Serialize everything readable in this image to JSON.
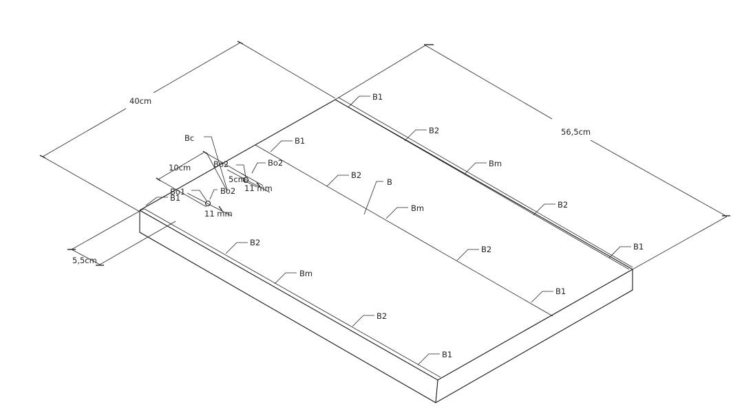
{
  "dimensions": {
    "width_40": "40cm",
    "length_56": "56,5cm",
    "offset_10": "10cm",
    "offset_5_5": "5,5cm",
    "offset_5": "5cm",
    "hole_a": "11 mm",
    "hole_b": "11 mm"
  },
  "labels": {
    "b1_top": "B1",
    "b2_rail_a": "B2",
    "bm_rail": "Bm",
    "b2_rail_b": "B2",
    "b1_rail_end": "B1",
    "b1_mid_top": "B1",
    "b2_mid_a": "B2",
    "b_center": "B",
    "bm_mid": "Bm",
    "b2_mid_b": "B2",
    "b1_mid_end": "B1",
    "bc": "Bc",
    "bo2_a": "Bo2",
    "bo2_b": "Bo2",
    "bo1": "Bo1",
    "bo2_c": "Bo2",
    "b1_corner": "B1",
    "b2_front_a": "B2",
    "bm_front": "Bm",
    "b2_front_b": "B2",
    "b1_front_end": "B1"
  }
}
